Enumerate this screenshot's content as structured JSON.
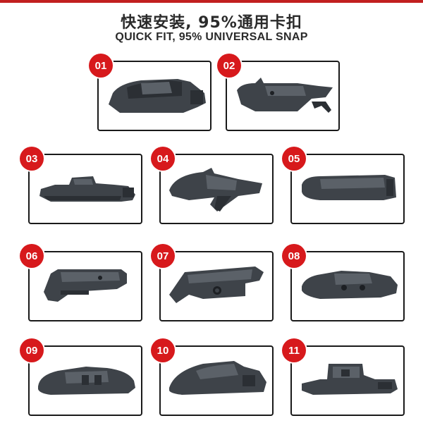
{
  "header": {
    "title_cn": "快速安装, 95%通用卡扣",
    "title_en": "QUICK FIT, 95% UNIVERSAL SNAP"
  },
  "colors": {
    "accent": "#d7191c",
    "border": "#1a1a1a",
    "part_fill": "#3e4349",
    "part_dark": "#2b2f34",
    "part_light": "#5b6168"
  },
  "adapters": [
    {
      "number": "01",
      "icon": "adapter-clip-icon"
    },
    {
      "number": "02",
      "icon": "adapter-clip-icon"
    },
    {
      "number": "03",
      "icon": "adapter-clip-icon"
    },
    {
      "number": "04",
      "icon": "adapter-clip-icon"
    },
    {
      "number": "05",
      "icon": "adapter-clip-icon"
    },
    {
      "number": "06",
      "icon": "adapter-clip-icon"
    },
    {
      "number": "07",
      "icon": "adapter-clip-icon"
    },
    {
      "number": "08",
      "icon": "adapter-clip-icon"
    },
    {
      "number": "09",
      "icon": "adapter-clip-icon"
    },
    {
      "number": "10",
      "icon": "adapter-clip-icon"
    },
    {
      "number": "11",
      "icon": "adapter-clip-icon"
    }
  ]
}
